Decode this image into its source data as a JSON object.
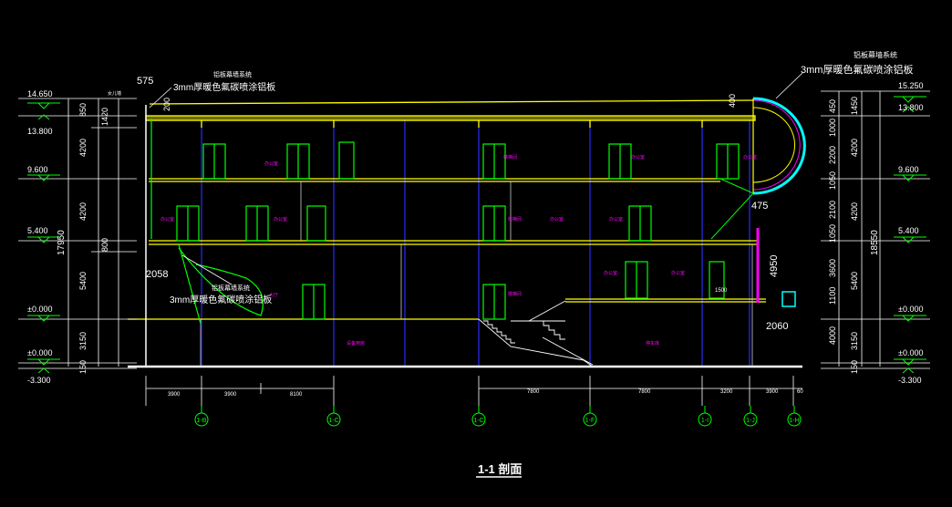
{
  "drawing": {
    "title": "1-1 剖面",
    "colors": {
      "background": "#000000",
      "lines": "#ffff00",
      "dims": "#00ff00",
      "grid": "#0000ff",
      "room_text": "#ff00ff",
      "glazing": "#00ffff"
    }
  },
  "left_elevations": {
    "top": "14.650",
    "roof": "13.800",
    "floor3": "9.600",
    "floor2": "5.400",
    "ground": "±0.000",
    "grade": "±0.000",
    "basement": "-3.300"
  },
  "right_elevations": {
    "top": "15.250",
    "roof": "13.800",
    "floor3": "9.600",
    "floor2": "5.400",
    "ground": "±0.000",
    "grade": "±0.000",
    "basement": "-3.300"
  },
  "left_dims": {
    "d850": "850",
    "d1420": "1420",
    "d4200a": "4200",
    "d4200b": "4200",
    "d800": "800",
    "d5400": "5400",
    "d3150": "3150",
    "d150": "150",
    "total": "17950"
  },
  "right_dims": {
    "d1450": "1450",
    "d4200a": "4200",
    "d4200b": "4200",
    "d5400": "5400",
    "d3150": "3150",
    "d150": "150",
    "total": "18550",
    "inner": [
      "450",
      "1000",
      "2200",
      "1050",
      "2100",
      "1050",
      "3600",
      "1100",
      "4000"
    ]
  },
  "misc_dims": {
    "d575": "575",
    "d200": "200",
    "d400": "400",
    "d475": "475",
    "d2058": "2058",
    "d4950": "4950",
    "d2060": "2060",
    "d1500": "1500"
  },
  "bottom_dims": {
    "left": [
      "3900",
      "3900",
      "8100"
    ],
    "right": [
      "7800",
      "7800",
      "3200",
      "3900",
      "60"
    ]
  },
  "axes": [
    "1-B",
    "1-C",
    "1-C",
    "1-F",
    "1-I",
    "1-J",
    "1-H"
  ],
  "annotations": {
    "curtain_wall_top_left": "铝板幕墙系统",
    "panel_top_left": "3mm厚暖色氟碳喷涂铝板",
    "curtain_wall_mid_left": "铝板幕墙系统",
    "panel_mid_left": "3mm厚暖色氟碳喷涂铝板",
    "curtain_wall_right": "铝板幕墙系统",
    "panel_right": "3mm厚暖色氟碳喷涂铝板",
    "small_label": "女儿墙"
  },
  "rooms": {
    "r1": "办公室",
    "r2": "楼梯间",
    "r3": "办公室",
    "r4": "办公室",
    "r5": "办公室",
    "r6": "办公室",
    "r7": "楼梯间",
    "r8": "办公室",
    "r9": "办公室",
    "r10": "大厅",
    "r11": "楼梯间",
    "r12": "办公室",
    "r13": "办公室",
    "r14": "设备用房",
    "r15": "停车库"
  }
}
